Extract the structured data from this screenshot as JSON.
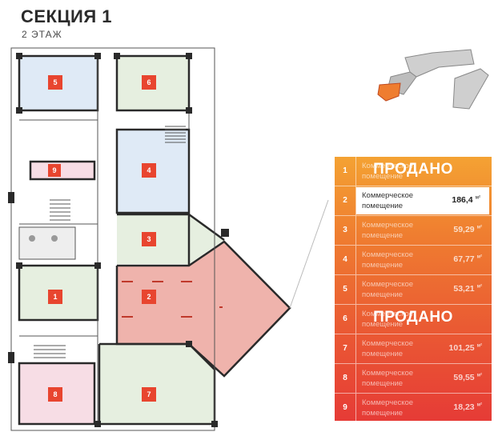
{
  "header": {
    "title": "СЕКЦИЯ 1",
    "subtitle": "2 ЭТАЖ"
  },
  "colors": {
    "accent": "#e63b36",
    "accent_top": "#f4a233",
    "unit_red": "#e8452f",
    "room_blue": "#dfeaf6",
    "room_green": "#e6efe0",
    "room_pink": "#f7dde5",
    "room_selected": "#efb3ac"
  },
  "plan": {
    "rooms": [
      {
        "number": "1",
        "color": "green"
      },
      {
        "number": "2",
        "color": "selected"
      },
      {
        "number": "3",
        "color": "green"
      },
      {
        "number": "4",
        "color": "blue"
      },
      {
        "number": "5",
        "color": "blue"
      },
      {
        "number": "6",
        "color": "green"
      },
      {
        "number": "7",
        "color": "green"
      },
      {
        "number": "8",
        "color": "pink"
      },
      {
        "number": "9",
        "color": "pink"
      }
    ]
  },
  "table": {
    "unit_suffix": "м²",
    "sold_label_top": "ПРОДАНО",
    "sold_label_bottom": "ПРОДАНО",
    "rows": [
      {
        "num": "1",
        "name": "Коммерческое помещение",
        "area": "",
        "status": "sold"
      },
      {
        "num": "2",
        "name": "Коммерческое помещение",
        "area": "186,4",
        "status": "selected"
      },
      {
        "num": "3",
        "name": "Коммерческое помещение",
        "area": "59,29",
        "status": "available"
      },
      {
        "num": "4",
        "name": "Коммерческое помещение",
        "area": "67,77",
        "status": "available"
      },
      {
        "num": "5",
        "name": "Коммерческое помещение",
        "area": "53,21",
        "status": "available"
      },
      {
        "num": "6",
        "name": "Коммерческое помещение",
        "area": "",
        "status": "sold"
      },
      {
        "num": "7",
        "name": "Коммерческое помещение",
        "area": "101,25",
        "status": "available"
      },
      {
        "num": "8",
        "name": "Коммерческое помещение",
        "area": "59,55",
        "status": "available"
      },
      {
        "num": "9",
        "name": "Коммерческое помещение",
        "area": "18,23",
        "status": "available"
      }
    ]
  }
}
